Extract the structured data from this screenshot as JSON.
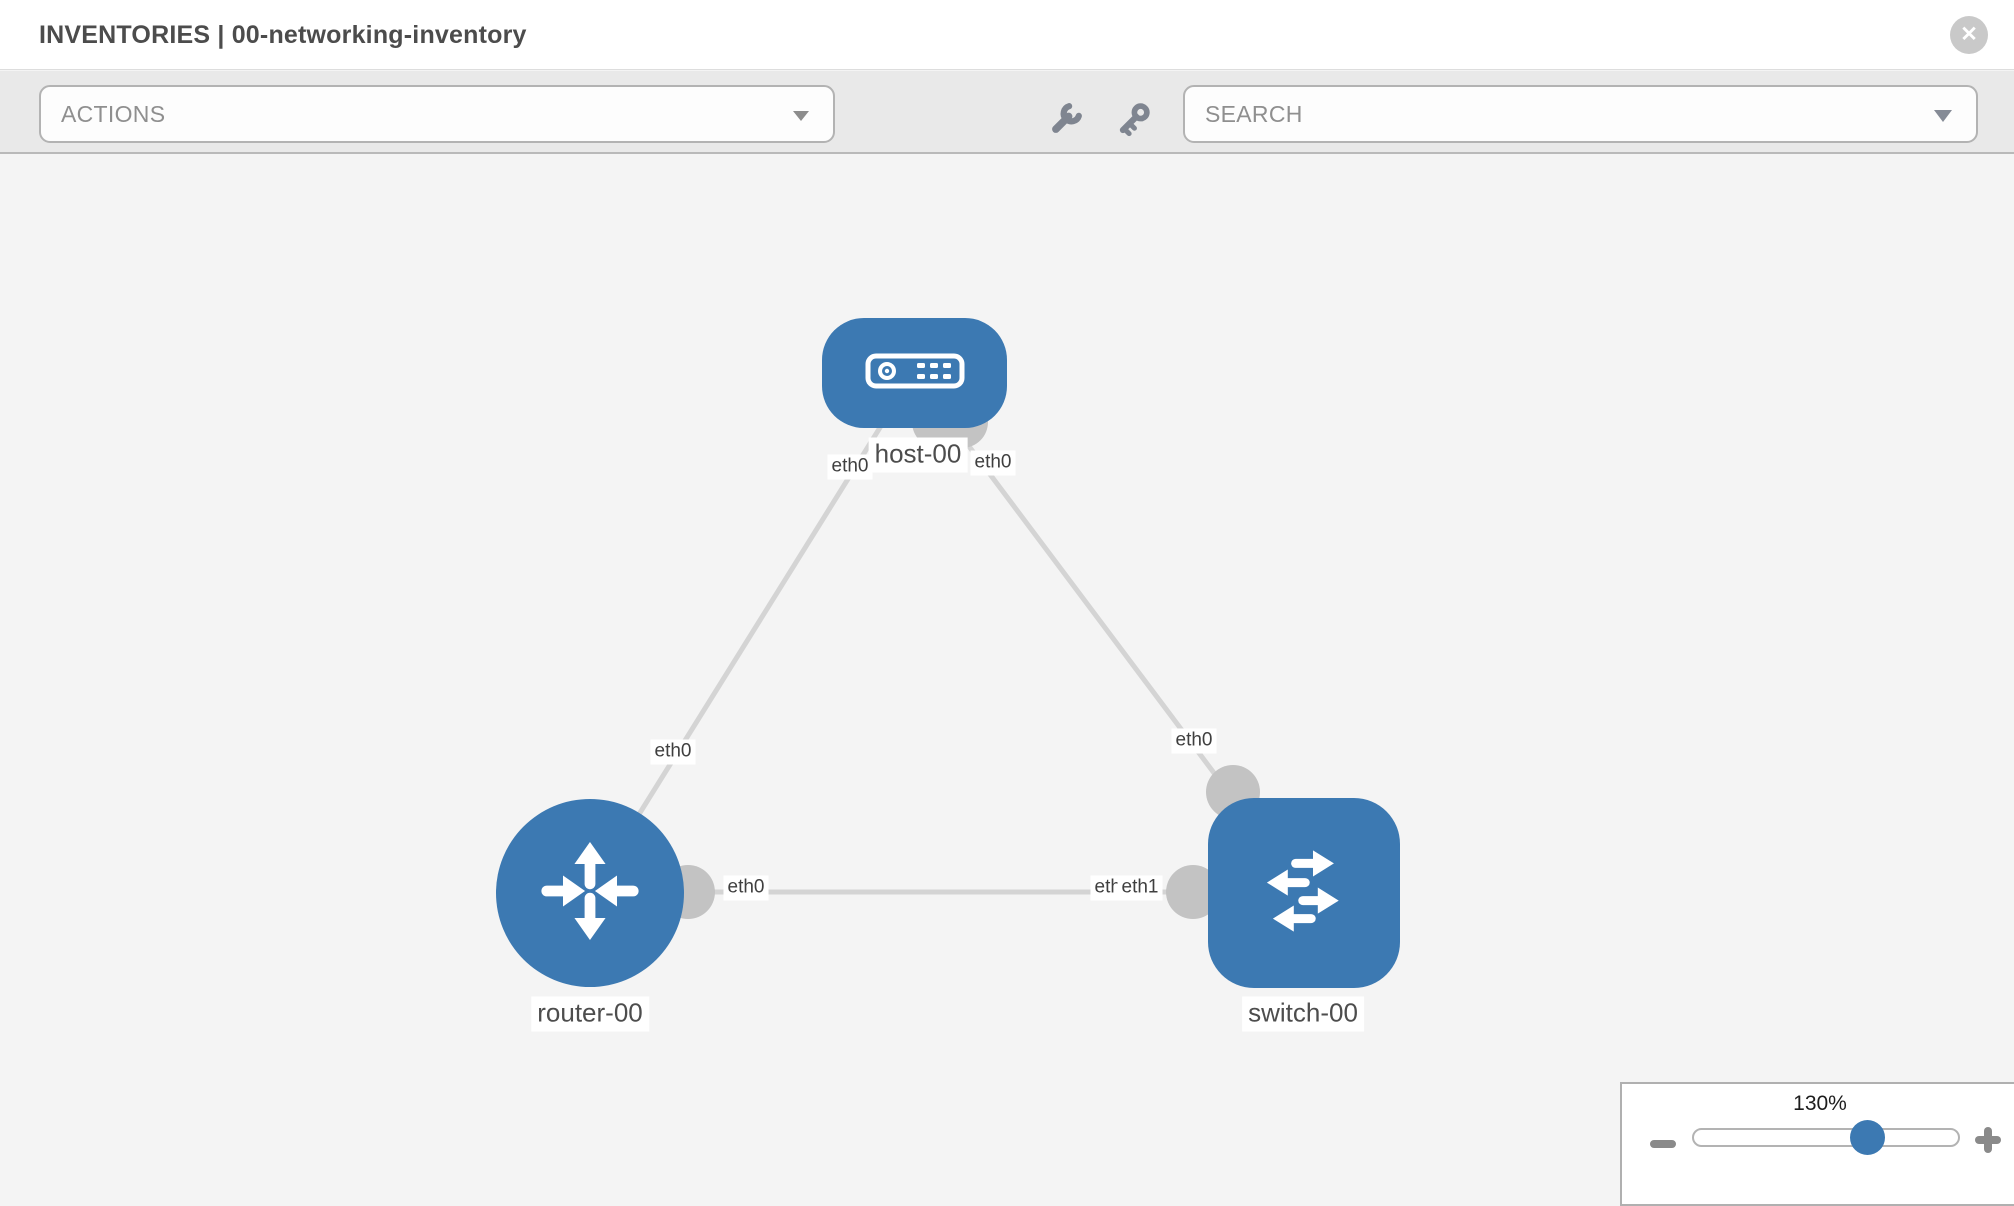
{
  "header": {
    "title": "INVENTORIES | 00-networking-inventory",
    "close_label": "✕"
  },
  "toolbar": {
    "actions": {
      "label": "ACTIONS"
    },
    "tools": [
      {
        "icon": "wrench-icon"
      },
      {
        "icon": "key-icon"
      }
    ],
    "search": {
      "placeholder": "SEARCH"
    }
  },
  "colors": {
    "node_blue": "#3c79b2",
    "link_gray": "#d4d4d4",
    "connector_gray": "#c3c3c3",
    "canvas_bg": "#f4f4f4",
    "toolbar_bg": "#e9e9e9"
  },
  "topology": {
    "nodes": [
      {
        "id": "host-00",
        "label": "host-00",
        "type": "host",
        "icon": "host-icon"
      },
      {
        "id": "router-00",
        "label": "router-00",
        "type": "router",
        "icon": "router-icon"
      },
      {
        "id": "switch-00",
        "label": "switch-00",
        "type": "switch",
        "icon": "switch-icon"
      }
    ],
    "links": [
      {
        "source": "host-00",
        "target": "router-00",
        "source_interface": "eth0",
        "target_interface": "eth0"
      },
      {
        "source": "host-00",
        "target": "switch-00",
        "source_interface": "eth0",
        "target_interface": "eth0"
      },
      {
        "source": "router-00",
        "target": "switch-00",
        "source_interface": "eth0",
        "target_interface": "eth1"
      }
    ],
    "interface_labels": [
      {
        "text": "eth0"
      },
      {
        "text": "eth0"
      },
      {
        "text": "eth0"
      },
      {
        "text": "eth0"
      },
      {
        "text": "eth0"
      },
      {
        "text": "eth0"
      },
      {
        "text": "eth1"
      }
    ]
  },
  "zoom_control": {
    "level": "130%"
  }
}
